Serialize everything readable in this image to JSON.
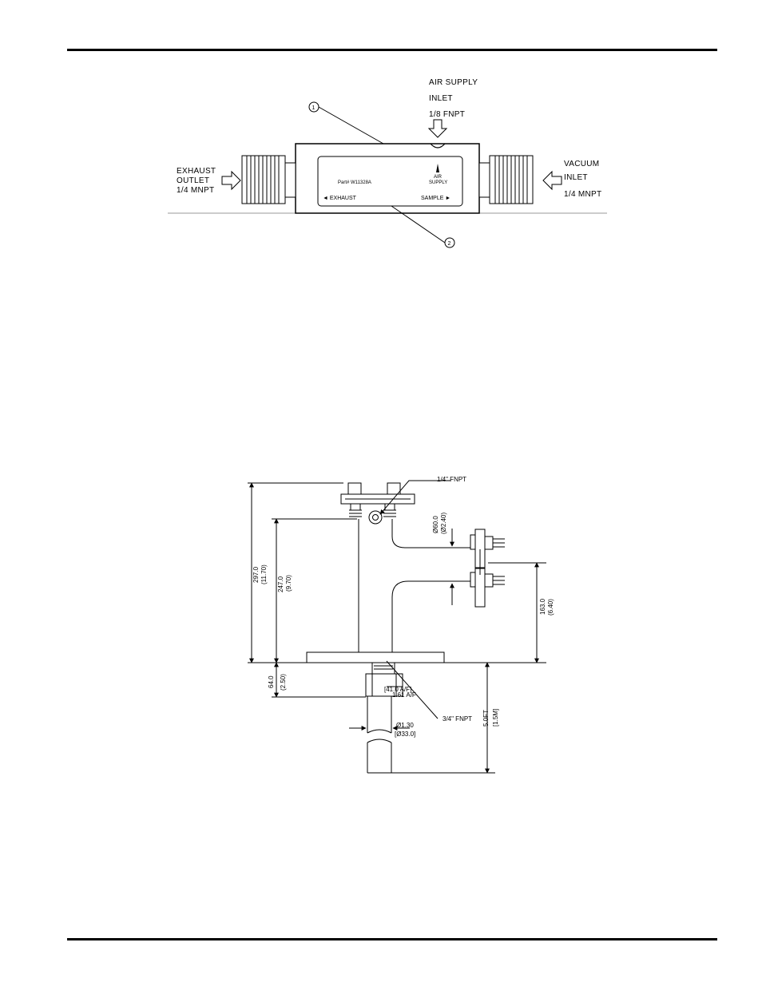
{
  "eductor": {
    "air_supply": {
      "line1": "AIR SUPPLY",
      "line2": "INLET",
      "line3": "1/8 FNPT"
    },
    "exhaust": {
      "line1": "EXHAUST",
      "line2": "OUTLET",
      "line3": "1/4  MNPT"
    },
    "vacuum": {
      "line1": "VACUUM",
      "line2": "INLET",
      "line3": "1/4  MNPT"
    },
    "label_part": "Part# W11328A",
    "label_air_1": "AIR",
    "label_air_2": "SUPPLY",
    "label_exhaust": "◄ EXHAUST",
    "label_sample": "SAMPLE ►",
    "callout_1": "1",
    "callout_2": "2"
  },
  "probe": {
    "fnpt_top": "1/4\" FNPT",
    "dia_60": "Ø60.0",
    "dia_240": "(Ø2.40)",
    "dim_297": "297.0",
    "dim_1170": "(11.70)",
    "dim_247": "247.0",
    "dim_970": "(9.70)",
    "dim_163": "163.0",
    "dim_640": "(6.40)",
    "dim_64": "64.0",
    "dim_250": "(2.50)",
    "af_in": "1.61 A/F",
    "af_mm": "[41.0 A/F]",
    "fnpt_bottom": "3/4\" FNPT",
    "dia_130": "Ø1.30",
    "dia_330": "[Ø33.0]",
    "len_ft": "5.0FT",
    "len_m": "[1.5M]"
  }
}
